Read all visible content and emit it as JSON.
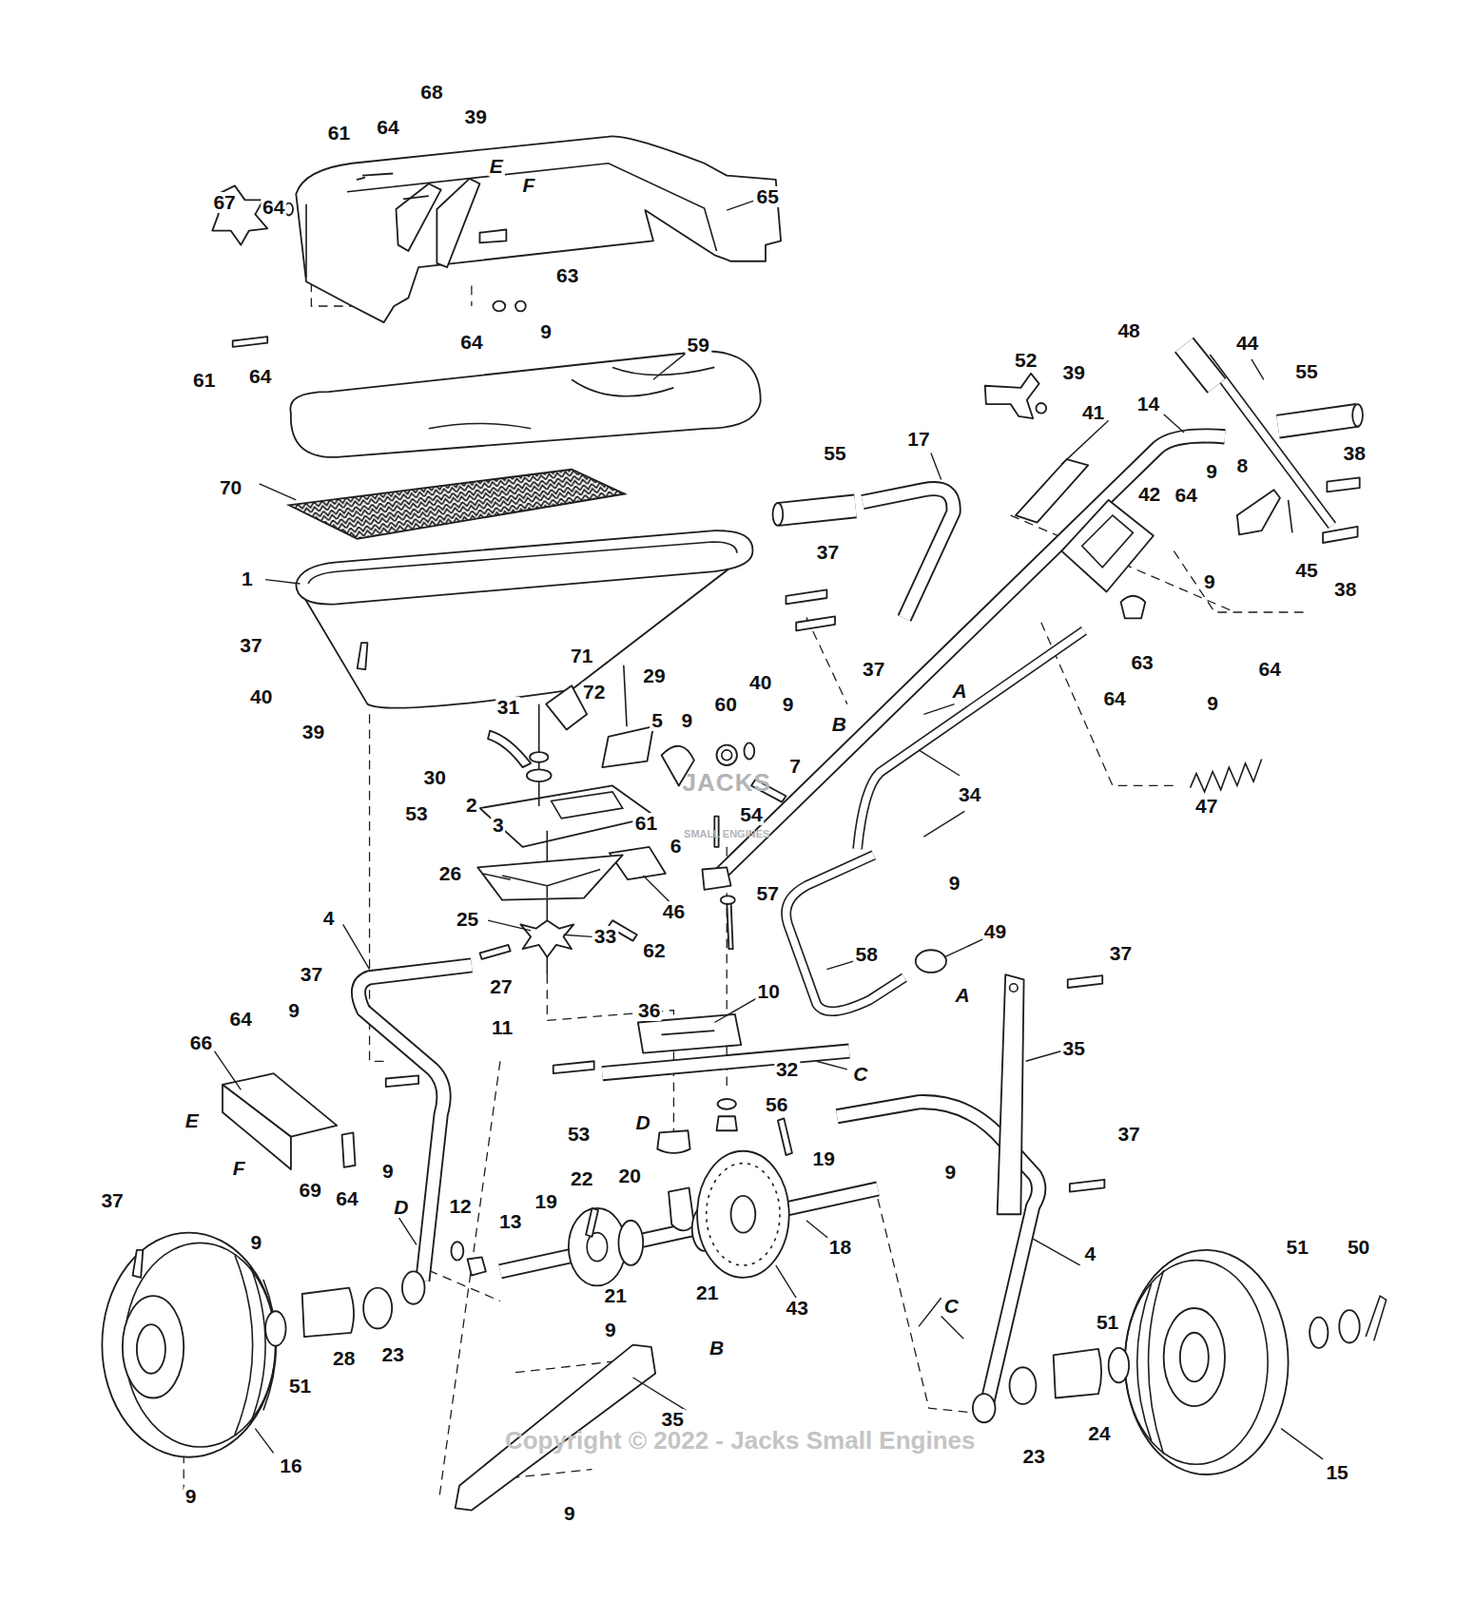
{
  "diagram": {
    "labels": [
      "JACKS",
      "SMALL ENGINES",
      "Copyright © 2022 - Jacks Small Engines",
      "68",
      "61",
      "64",
      "39",
      "E",
      "F",
      "67",
      "64",
      "65",
      "63",
      "64",
      "9",
      "61",
      "64",
      "59",
      "70",
      "1",
      "37",
      "40",
      "39",
      "71",
      "29",
      "72",
      "31",
      "5",
      "9",
      "60",
      "40",
      "9",
      "30",
      "53",
      "2",
      "3",
      "61",
      "54",
      "7",
      "6",
      "26",
      "46",
      "25",
      "33",
      "62",
      "57",
      "4",
      "37",
      "27",
      "10",
      "36",
      "11",
      "C",
      "32",
      "66",
      "64",
      "9",
      "E",
      "F",
      "69",
      "64",
      "9",
      "9",
      "D",
      "53",
      "56",
      "19",
      "37",
      "D",
      "12",
      "13",
      "19",
      "22",
      "20",
      "21",
      "21",
      "43",
      "18",
      "51",
      "28",
      "23",
      "16",
      "9",
      "9",
      "B",
      "35",
      "9",
      "52",
      "39",
      "48",
      "44",
      "55",
      "41",
      "14",
      "55",
      "17",
      "9",
      "8",
      "38",
      "64",
      "42",
      "37",
      "9",
      "45",
      "38",
      "64",
      "37",
      "63",
      "64",
      "9",
      "A",
      "B",
      "34",
      "47",
      "9",
      "49",
      "58",
      "37",
      "A",
      "35",
      "37",
      "9",
      "4",
      "51",
      "50",
      "51",
      "C",
      "23",
      "24",
      "15"
    ]
  }
}
